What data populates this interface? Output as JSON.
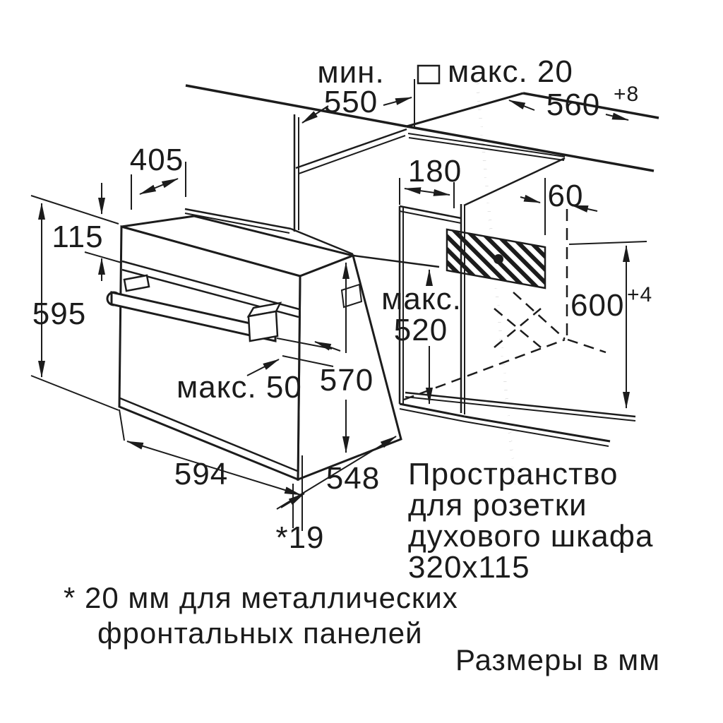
{
  "diagram": {
    "title_note": "Размеры в мм",
    "labels": {
      "min_550_prefix": "мин.",
      "min_550": "550",
      "max_20": "макс. 20",
      "w560": "560",
      "w560_sup": "+8",
      "d180": "180",
      "d60": "60",
      "h600": "600",
      "h600_sup": "+4",
      "max_520_prefix": "макс.",
      "max_520": "520",
      "d405": "405",
      "h115": "115",
      "h595": "595",
      "d570": "570",
      "max_50": "макс. 50",
      "w594": "594",
      "d548": "548",
      "gap19": "*19",
      "socket_line1": "Пространство",
      "socket_line2": "для розетки",
      "socket_line3": "духового шкафа",
      "socket_line4": "320x115",
      "footnote_line1": "* 20 мм для металлических",
      "footnote_line2": "фронтальных панелей",
      "units": "Размеры в мм"
    },
    "colors": {
      "line": "#1c1c1c",
      "background": "#ffffff"
    }
  }
}
